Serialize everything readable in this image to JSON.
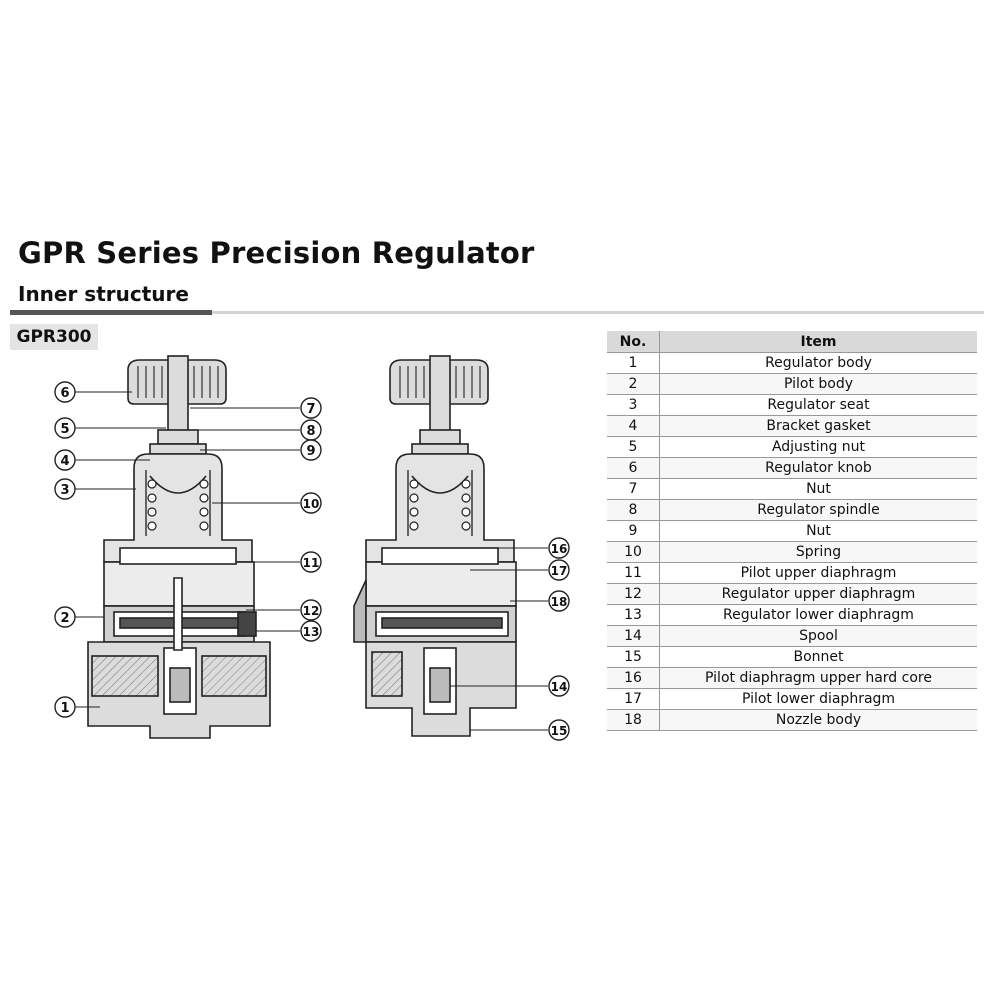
{
  "title": "GPR Series Precision Regulator",
  "subtitle": "Inner structure",
  "model": "GPR300",
  "table": {
    "headers": [
      "No.",
      "Item"
    ],
    "rows": [
      [
        "1",
        "Regulator body"
      ],
      [
        "2",
        "Pilot body"
      ],
      [
        "3",
        "Regulator seat"
      ],
      [
        "4",
        "Bracket gasket"
      ],
      [
        "5",
        "Adjusting nut"
      ],
      [
        "6",
        "Regulator knob"
      ],
      [
        "7",
        "Nut"
      ],
      [
        "8",
        "Regulator spindle"
      ],
      [
        "9",
        "Nut"
      ],
      [
        "10",
        "Spring"
      ],
      [
        "11",
        "Pilot upper diaphragm"
      ],
      [
        "12",
        "Regulator upper diaphragm"
      ],
      [
        "13",
        "Regulator lower diaphragm"
      ],
      [
        "14",
        "Spool"
      ],
      [
        "15",
        "Bonnet"
      ],
      [
        "16",
        "Pilot diaphragm upper hard core"
      ],
      [
        "17",
        "Pilot lower diaphragm"
      ],
      [
        "18",
        "Nozzle body"
      ]
    ]
  },
  "callouts_left": [
    "6",
    "5",
    "4",
    "3",
    "2",
    "1",
    "7",
    "8",
    "9",
    "10",
    "11",
    "12",
    "13"
  ],
  "callouts_right": [
    "16",
    "17",
    "18",
    "14",
    "15"
  ],
  "colors": {
    "rule_dark": "#555555",
    "rule_light": "#d2d2d2",
    "body_fill": "#dcdcdc",
    "header_fill": "#d9d9d9"
  }
}
